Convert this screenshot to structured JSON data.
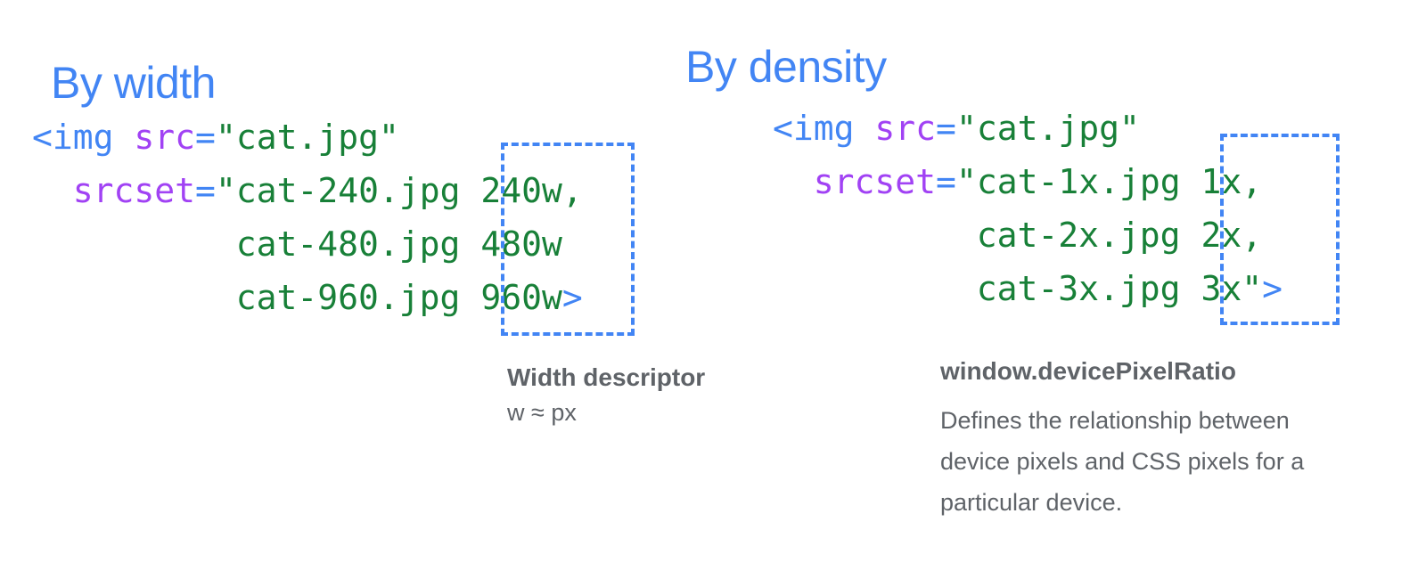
{
  "width_section": {
    "heading": "By width",
    "code": {
      "open_tag": "<img",
      "src_attr": "src",
      "equals": "=",
      "src_value": "\"cat.jpg\"",
      "srcset_attr": "srcset",
      "srcset_quote": "\"",
      "entries": [
        {
          "file": "cat-240.jpg",
          "descriptor": "240w,"
        },
        {
          "file": "cat-480.jpg",
          "descriptor": "480w"
        },
        {
          "file": "cat-960.jpg",
          "descriptor": "960w"
        }
      ],
      "close_tag": ">"
    },
    "note": {
      "title": "Width descriptor",
      "body": "w ≈ px"
    }
  },
  "density_section": {
    "heading": "By density",
    "code": {
      "open_tag": "<img",
      "src_attr": "src",
      "equals": "=",
      "src_value": "\"cat.jpg\"",
      "srcset_attr": "srcset",
      "srcset_quote": "\"",
      "entries": [
        {
          "file": "cat-1x.jpg",
          "descriptor": "1x,"
        },
        {
          "file": "cat-2x.jpg",
          "descriptor": "2x,"
        },
        {
          "file": "cat-3x.jpg",
          "descriptor": "3x\""
        }
      ],
      "close_tag": ">"
    },
    "note": {
      "title": "window.devicePixelRatio",
      "body": "Defines the relationship between device pixels and CSS pixels for a particular device."
    }
  },
  "colors": {
    "heading": "#4285f4",
    "code_string": "#188038",
    "code_attribute": "#a142f4",
    "code_punctuation": "#4285f4",
    "highlight_box": "#4285f4",
    "note_text": "#5f6368"
  }
}
